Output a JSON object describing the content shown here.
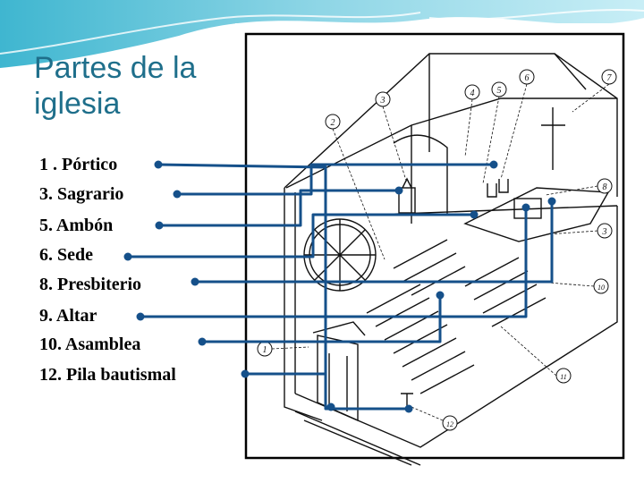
{
  "slide": {
    "title_lines": [
      "Partes de la",
      "iglesia"
    ],
    "accent_color": "#1f6f8b",
    "connector_color": "#15508a"
  },
  "legend": [
    {
      "text": "1 . Pórtico"
    },
    {
      "text": "3.  Sagrario"
    },
    {
      "text": "5.  Ambón"
    },
    {
      "text": "6.  Sede"
    },
    {
      "text": "8.  Presbiterio"
    },
    {
      "text": "9.  Altar"
    },
    {
      "text": "10.  Asamblea"
    },
    {
      "text": "12.  Pila bautismal"
    }
  ],
  "diagram_numbers": [
    "2",
    "3",
    "4",
    "5",
    "6",
    "7",
    "8",
    "3",
    "10",
    "11",
    "12",
    "1"
  ]
}
